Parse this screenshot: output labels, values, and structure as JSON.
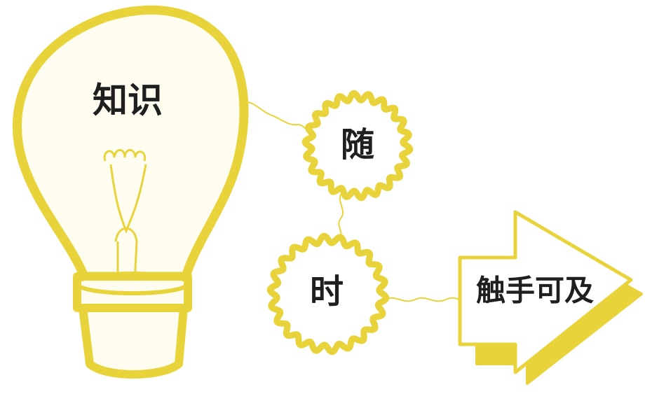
{
  "diagram": {
    "bulb_label": "知识",
    "node_1_label": "随",
    "node_2_label": "时",
    "arrow_label": "触手可及"
  },
  "colors": {
    "accent_yellow": "#e8d43a",
    "glass_fill": "#fefdf0",
    "text": "#1f1f1f"
  },
  "icons": [
    "lightbulb-icon",
    "arrow-right-icon"
  ]
}
